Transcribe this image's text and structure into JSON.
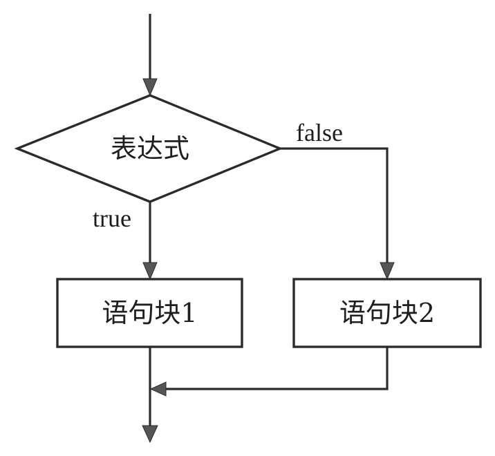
{
  "diagram": {
    "type": "flowchart",
    "decision": {
      "label": "表达式"
    },
    "branches": {
      "true_label": "true",
      "false_label": "false"
    },
    "blocks": [
      {
        "label": "语句块1"
      },
      {
        "label": "语句块2"
      }
    ],
    "colors": {
      "stroke": "#2b2b2b",
      "arrowhead": "#555555",
      "background": "#ffffff"
    }
  }
}
